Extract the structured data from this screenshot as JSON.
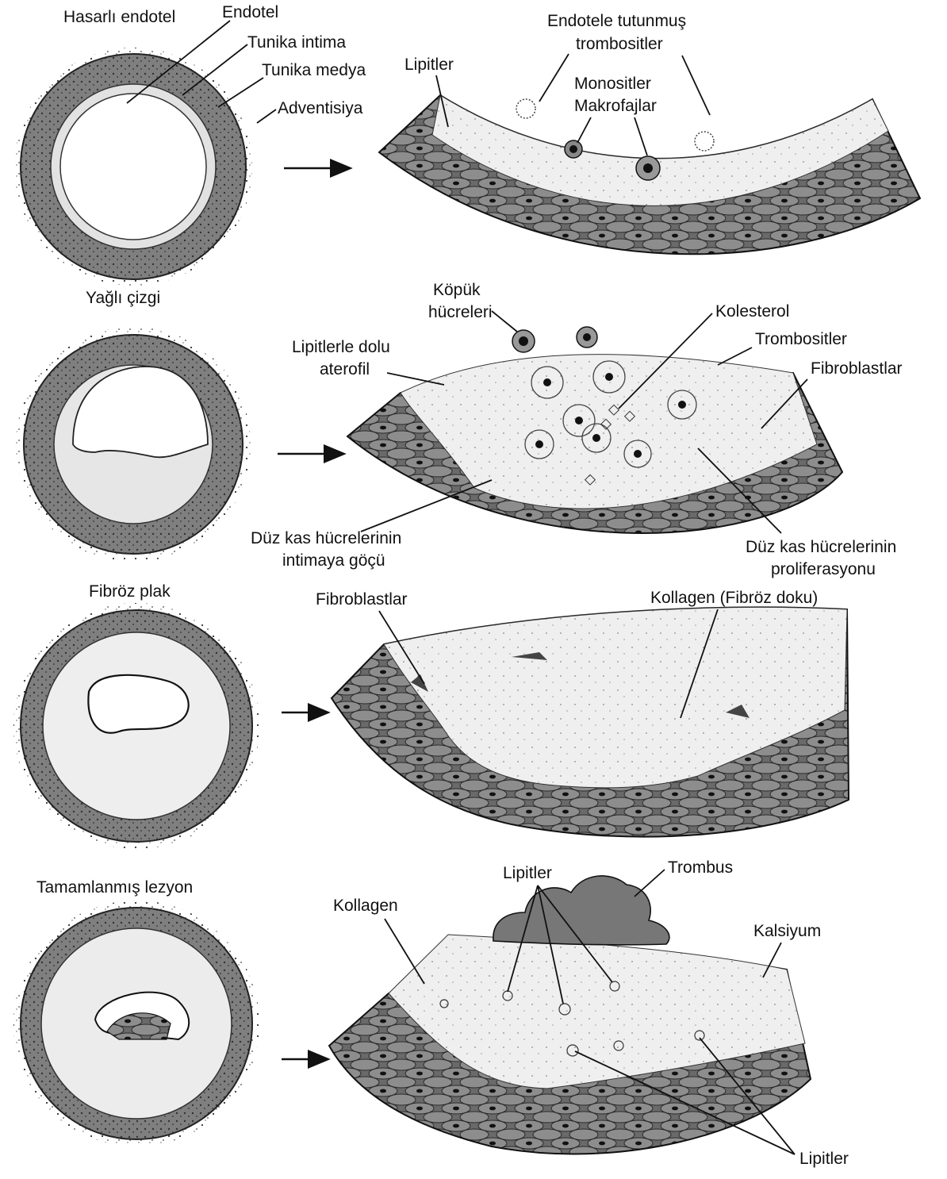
{
  "colors": {
    "ink": "#111111",
    "tissue_dark": "#5a5a5a",
    "tissue_mid": "#8a8a8a",
    "tissue_light": "#e6e6e6",
    "lumen": "#ffffff",
    "plaque": "#f1f1f1"
  },
  "stages": [
    {
      "title": "Hasarlı endotel",
      "labels": {
        "endotel": "Endotel",
        "intima": "Tunika intima",
        "medya": "Tunika medya",
        "adventisiya": "Adventisiya",
        "trombosit_1": "Endotele tutunmuş",
        "trombosit_2": "trombositler",
        "lipitler": "Lipitler",
        "monositler": "Monositler",
        "makrofajlar": "Makrofajlar"
      }
    },
    {
      "title": "Yağlı çizgi",
      "labels": {
        "kopuk_1": "Köpük",
        "kopuk_2": "hücreleri",
        "kolesterol": "Kolesterol",
        "trombositler": "Trombositler",
        "aterofil_1": "Lipitlerle dolu",
        "aterofil_2": "aterofil",
        "fibroblastlar": "Fibroblastlar",
        "goc_1": "Düz kas hücrelerinin",
        "goc_2": "intimaya göçü",
        "prolif_1": "Düz kas hücrelerinin",
        "prolif_2": "proliferasyonu"
      }
    },
    {
      "title": "Fibröz plak",
      "labels": {
        "fibroblastlar": "Fibroblastlar",
        "kollagen": "Kollagen (Fibröz doku)"
      }
    },
    {
      "title": "Tamamlanmış lezyon",
      "labels": {
        "lipitler_top": "Lipitler",
        "trombus": "Trombus",
        "kollagen": "Kollagen",
        "kalsiyum": "Kalsiyum",
        "lipitler_bottom": "Lipitler"
      }
    }
  ]
}
